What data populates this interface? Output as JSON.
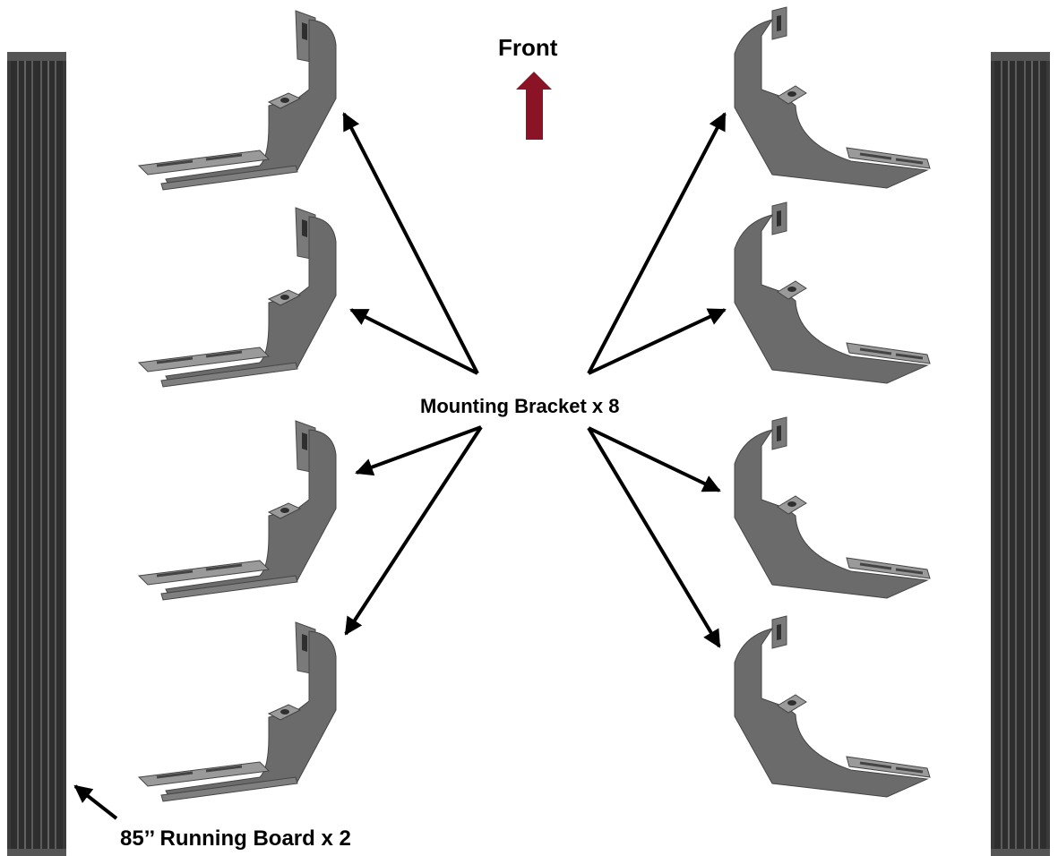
{
  "labels": {
    "front": "Front",
    "mounting_bracket": "Mounting Bracket x 8",
    "running_board": "85’’ Running Board x 2"
  },
  "colors": {
    "front_arrow": "#8B1326",
    "bracket_fill": "#6B6B6B",
    "bracket_dark": "#4F4F4F",
    "bracket_light": "#9A9A9A",
    "board_fill": "#3C3C3C",
    "board_line": "#8A8A8A",
    "pointer": "#000000"
  },
  "icons": {
    "front_arrow": "up-arrow-icon",
    "bracket": "mounting-bracket-icon",
    "board": "running-board-icon"
  }
}
